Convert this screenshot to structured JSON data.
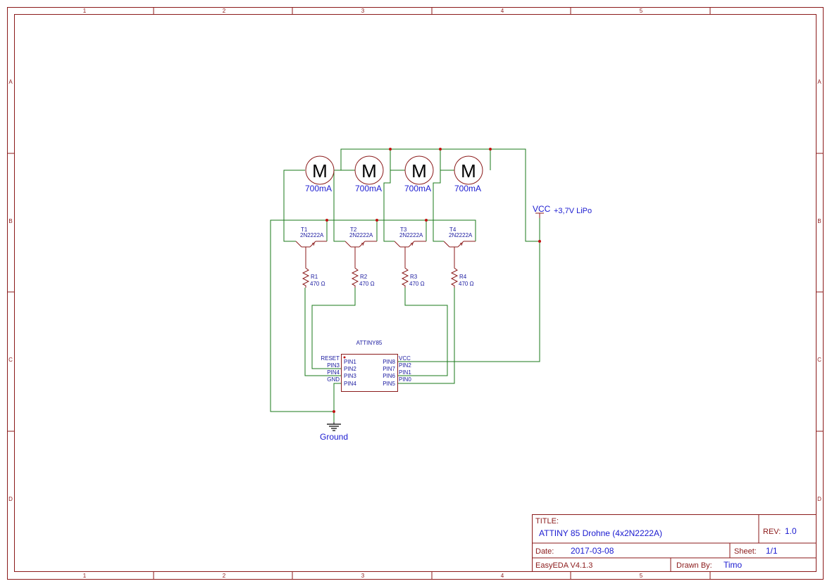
{
  "frame": {
    "columns": [
      "1",
      "2",
      "3",
      "4",
      "5"
    ],
    "rows": [
      "A",
      "B",
      "C",
      "D"
    ]
  },
  "motors": [
    {
      "symbol": "M",
      "rating": "700mA"
    },
    {
      "symbol": "M",
      "rating": "700mA"
    },
    {
      "symbol": "M",
      "rating": "700mA"
    },
    {
      "symbol": "M",
      "rating": "700mA"
    }
  ],
  "transistors": [
    {
      "ref": "T1",
      "part": "2N2222A"
    },
    {
      "ref": "T2",
      "part": "2N2222A"
    },
    {
      "ref": "T3",
      "part": "2N2222A"
    },
    {
      "ref": "T4",
      "part": "2N2222A"
    }
  ],
  "resistors": [
    {
      "ref": "R1",
      "value": "470 Ω"
    },
    {
      "ref": "R2",
      "value": "470 Ω"
    },
    {
      "ref": "R3",
      "value": "470 Ω"
    },
    {
      "ref": "R4",
      "value": "470 Ω"
    }
  ],
  "power": {
    "net": "VCC",
    "label": "+3,7V LiPo"
  },
  "ground": {
    "label": "Ground"
  },
  "ic": {
    "name": "ATTINY85",
    "left_nets": [
      "RESET",
      "PIN3",
      "PIN4",
      "GND"
    ],
    "left_pins": [
      "PIN1",
      "PIN2",
      "PIN3",
      "PIN4"
    ],
    "right_pins": [
      "PIN8",
      "PIN7",
      "PIN6",
      "PIN5"
    ],
    "right_nets": [
      "VCC",
      "PIN2",
      "PIN1",
      "PIN0"
    ]
  },
  "title_block": {
    "title_label": "TITLE:",
    "title": "ATTINY 85 Drohne (4x2N2222A)",
    "rev_label": "REV:",
    "rev": "1.0",
    "date_label": "Date:",
    "date": "2017-03-08",
    "sheet_label": "Sheet:",
    "sheet": "1/1",
    "tool": "EasyEDA V4.1.3",
    "drawn_label": "Drawn By:",
    "drawn_by": "Timo"
  },
  "colors": {
    "frame": "#8b1a1a",
    "wire": "#1a7a1a",
    "text": "#1a1ad0",
    "junction": "#c01010"
  }
}
